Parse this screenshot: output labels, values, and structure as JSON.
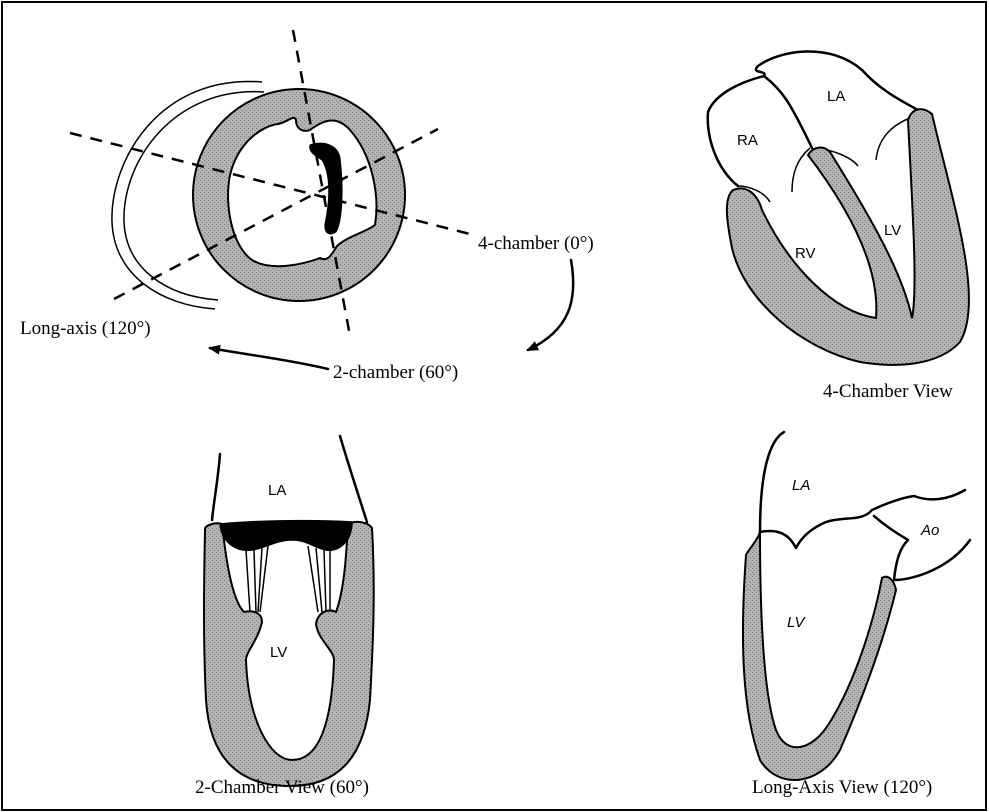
{
  "short_axis": {
    "labels": {
      "four_chamber": "4-chamber (0°)",
      "two_chamber": "2-chamber (60°)",
      "long_axis": "Long-axis (120°)"
    }
  },
  "four_chamber_view": {
    "title": "4-Chamber View",
    "labels": {
      "la": "LA",
      "ra": "RA",
      "rv": "RV",
      "lv": "LV"
    }
  },
  "two_chamber_view": {
    "title": "2-Chamber View (60°)",
    "labels": {
      "la": "LA",
      "lv": "LV"
    }
  },
  "long_axis_view": {
    "title": "Long-Axis View (120°)",
    "labels": {
      "la": "LA",
      "ao": "Ao",
      "lv": "LV"
    }
  },
  "colors": {
    "wall_fill": "#a9a9a9",
    "line": "#000000",
    "background": "#ffffff"
  }
}
